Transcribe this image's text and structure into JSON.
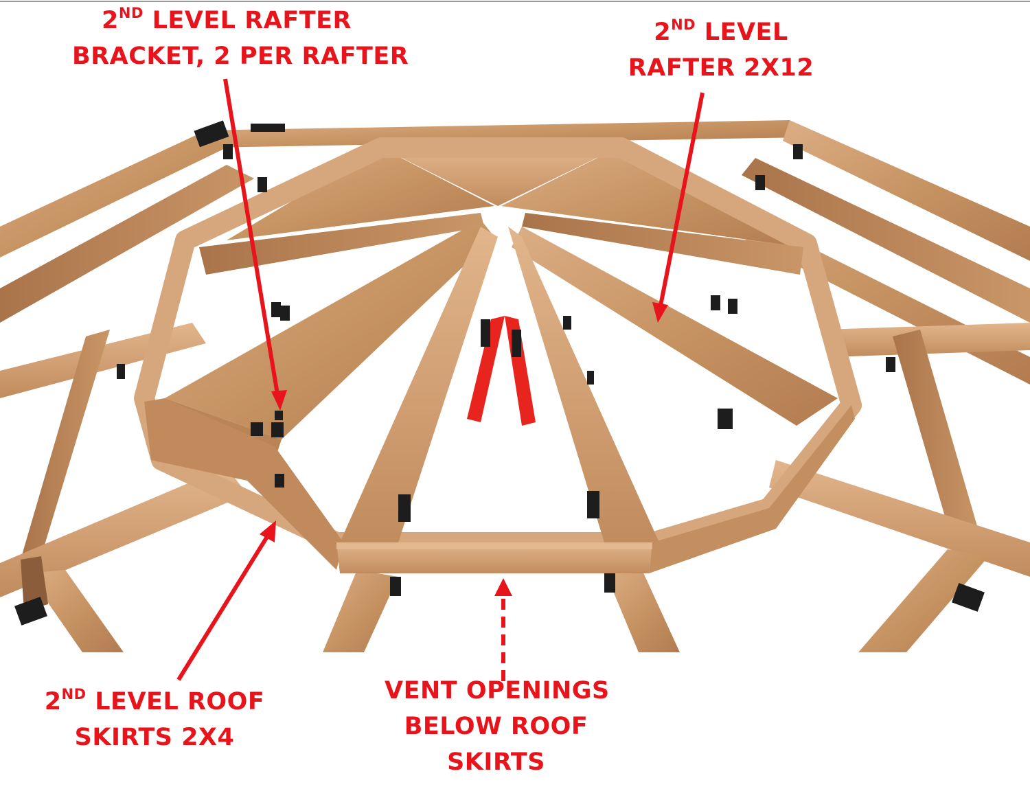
{
  "colors": {
    "label": "#e8141c",
    "wood": "#c08a5c",
    "wood_light": "#d9ab82",
    "wood_dark": "#9c6a44",
    "bracket": "#1d1d1d",
    "vent_red": "#e8241e"
  },
  "labels": {
    "rafter_bracket": {
      "l1_a": "2",
      "l1_sup": "ND",
      "l1_b": " LEVEL RAFTER",
      "l2": "BRACKET, 2 PER RAFTER"
    },
    "rafter_2x12": {
      "l1_a": "2",
      "l1_sup": "ND",
      "l1_b": " LEVEL",
      "l2": "RAFTER 2X12"
    },
    "roof_skirts": {
      "l1_a": "2",
      "l1_sup": "ND",
      "l1_b": " LEVEL ROOF",
      "l2": "SKIRTS 2X4"
    },
    "vent_openings": {
      "l1": "VENT OPENINGS",
      "l2": "BELOW ROOF",
      "l3": "SKIRTS"
    }
  }
}
